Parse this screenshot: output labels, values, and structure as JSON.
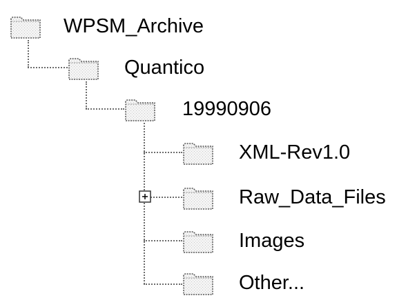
{
  "tree": {
    "root": {
      "label": "WPSM_Archive",
      "icon": "folder-icon"
    },
    "child": {
      "label": "Quantico",
      "icon": "folder-icon"
    },
    "grandchild": {
      "label": "19990906",
      "icon": "folder-icon"
    },
    "items": [
      {
        "label": "XML-Rev1.0",
        "icon": "folder-icon",
        "expandable": false
      },
      {
        "label": "Raw_Data_Files",
        "icon": "folder-icon",
        "expandable": true
      },
      {
        "label": "Images",
        "icon": "folder-icon",
        "expandable": false
      },
      {
        "label": "Other...",
        "icon": "folder-icon",
        "expandable": false
      }
    ]
  },
  "colors": {
    "connector": "#6b6b6b",
    "folder_outline": "#555555",
    "folder_fill": "#f2f2f2"
  }
}
